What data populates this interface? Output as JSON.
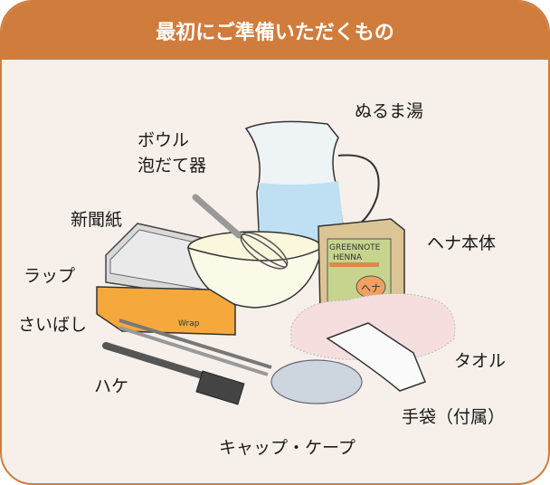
{
  "title": "最初にご準備いただくもの",
  "colors": {
    "header": "#d07c3c",
    "background": "#f7f0ea"
  },
  "box_text": {
    "brand_line1": "GREENNOTE",
    "brand_line2": "HENNA",
    "label": "ヘナ"
  },
  "wrap_text": "Wrap",
  "items": [
    {
      "label": "ぬるま湯"
    },
    {
      "label": "ボウル"
    },
    {
      "label": "泡だて器"
    },
    {
      "label": "新聞紙"
    },
    {
      "label": "ヘナ本体"
    },
    {
      "label": "ラップ"
    },
    {
      "label": "さいばし"
    },
    {
      "label": "タオル"
    },
    {
      "label": "ハケ"
    },
    {
      "label": "手袋（付属）"
    },
    {
      "label": "キャップ・ケープ"
    }
  ]
}
